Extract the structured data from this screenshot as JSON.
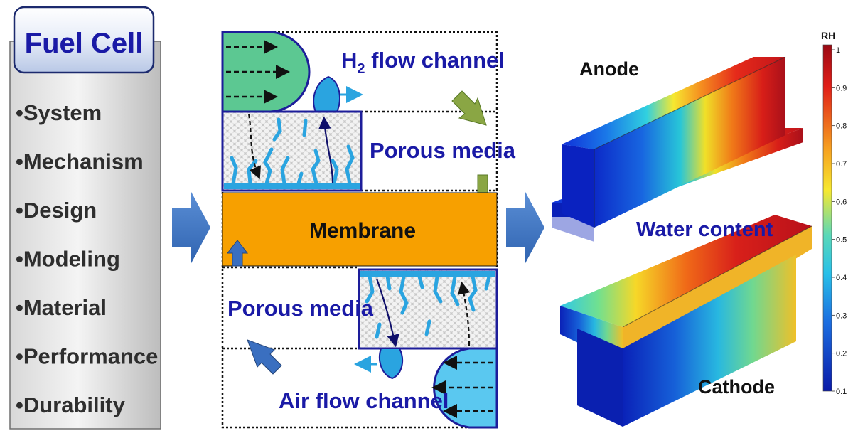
{
  "left_panel": {
    "title": "Fuel Cell",
    "items": [
      "•System",
      "•Mechanism",
      "•Design",
      "•Modeling",
      "•Material",
      "•Performance",
      "•Durability"
    ]
  },
  "schematic": {
    "h2_channel_label_prefix": "H",
    "h2_channel_label_sub": "2",
    "h2_channel_label_suffix": " flow channel",
    "porous_top_label": "Porous media",
    "membrane_label": "Membrane",
    "porous_bottom_label": "Porous media",
    "air_channel_label": "Air flow channel"
  },
  "simulation": {
    "anode_label": "Anode",
    "water_content_label": "Water content",
    "cathode_label": "Cathode",
    "colorbar_title": "RH",
    "colorbar_ticks": [
      "1",
      "0.9",
      "0.8",
      "0.7",
      "0.6",
      "0.5",
      "0.4",
      "0.3",
      "0.2",
      "0.1"
    ]
  },
  "colors": {
    "text_blue": "#1a1aa6",
    "membrane_orange": "#f7a000",
    "arrow_blue": "#3a6fc0",
    "water_blue": "#2aa4e0",
    "h2_green": "#5cc892",
    "air_cyan": "#5ac8f0",
    "small_arrow_green": "#8aa644"
  }
}
